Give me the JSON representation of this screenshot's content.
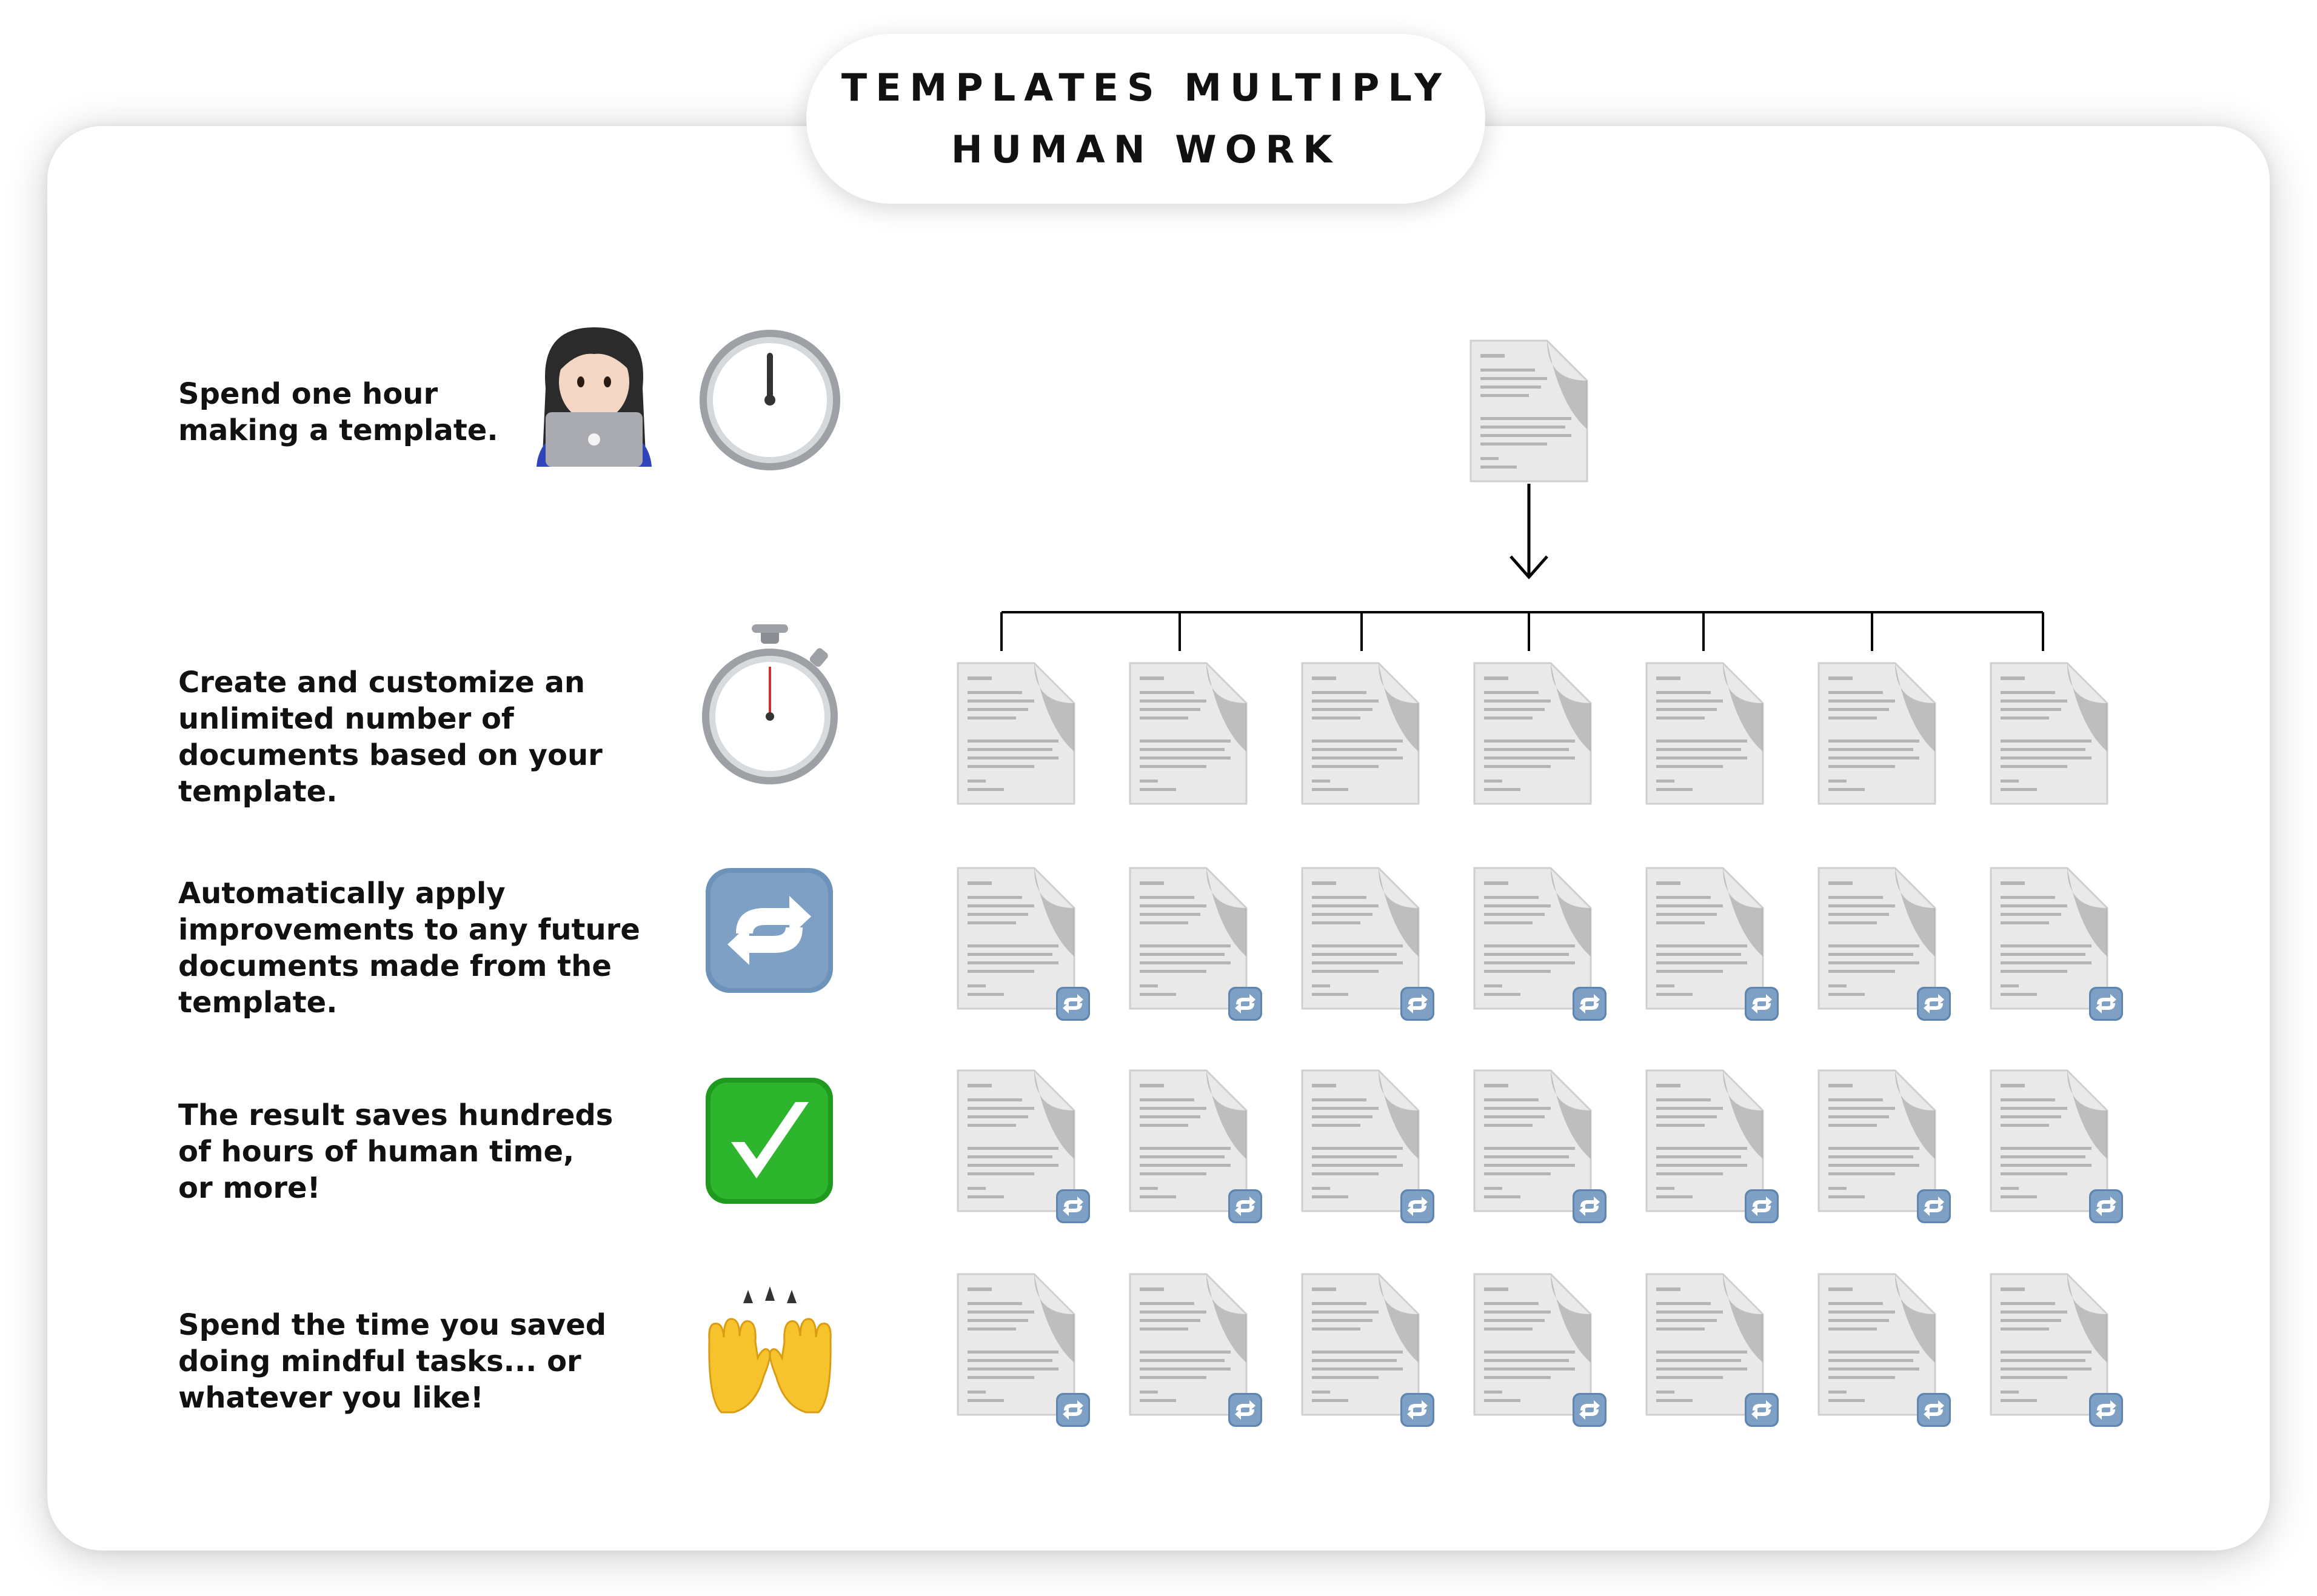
{
  "title": {
    "lines": [
      "TEMPLATES MULTIPLY",
      "HUMAN WORK"
    ]
  },
  "steps": [
    {
      "lines": [
        "Spend one hour",
        "making a template."
      ],
      "icons": [
        "person-with-laptop-icon",
        "clock-icon"
      ]
    },
    {
      "lines": [
        "Create and customize an",
        "unlimited number of",
        "documents based on your",
        "template."
      ],
      "icons": [
        "stopwatch-icon"
      ]
    },
    {
      "lines": [
        "Automatically apply",
        "improvements to any future",
        "documents made from the",
        "template."
      ],
      "icons": [
        "repeat-arrows-icon"
      ]
    },
    {
      "lines": [
        "The result saves hundreds",
        "of hours of human time,",
        "or more!"
      ],
      "icons": [
        "check-mark-icon"
      ]
    },
    {
      "lines": [
        "Spend the time you saved",
        "doing mindful tasks... or",
        "whatever you like!"
      ],
      "icons": [
        "raised-hands-icon"
      ]
    }
  ],
  "grid": {
    "columns": 7,
    "rows": [
      {
        "badge": false
      },
      {
        "badge": true
      },
      {
        "badge": true
      },
      {
        "badge": true
      }
    ]
  },
  "colors": {
    "text": "#111111",
    "badge_blue": "#5f86b0",
    "check_green": "#2db52d",
    "repeat_blue": "#6e93bb",
    "doc_gray": "#e6e6e6"
  }
}
